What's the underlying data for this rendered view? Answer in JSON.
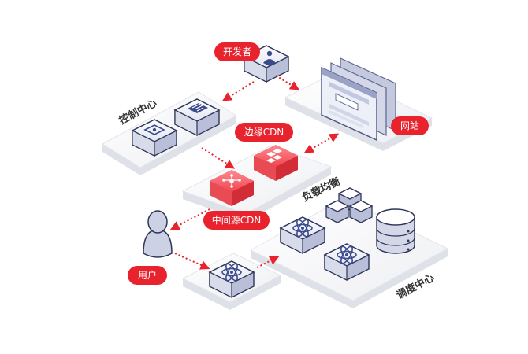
{
  "labels": {
    "developer": "开发者",
    "website": "网站",
    "edge_cdn": "边缘CDN",
    "mid_cdn": "中间源CDN",
    "user": "用户",
    "control_center": "控制中心",
    "load_balance": "负载均衡",
    "dispatch_center": "调度中心"
  },
  "colors": {
    "pill_red": "#e8232d",
    "arrow_red": "#e8232d",
    "node_top": "#ffffff",
    "node_side": "#b9bfd8",
    "icon_blue": "#3b4a8e",
    "platform": "#f6f6f8"
  }
}
